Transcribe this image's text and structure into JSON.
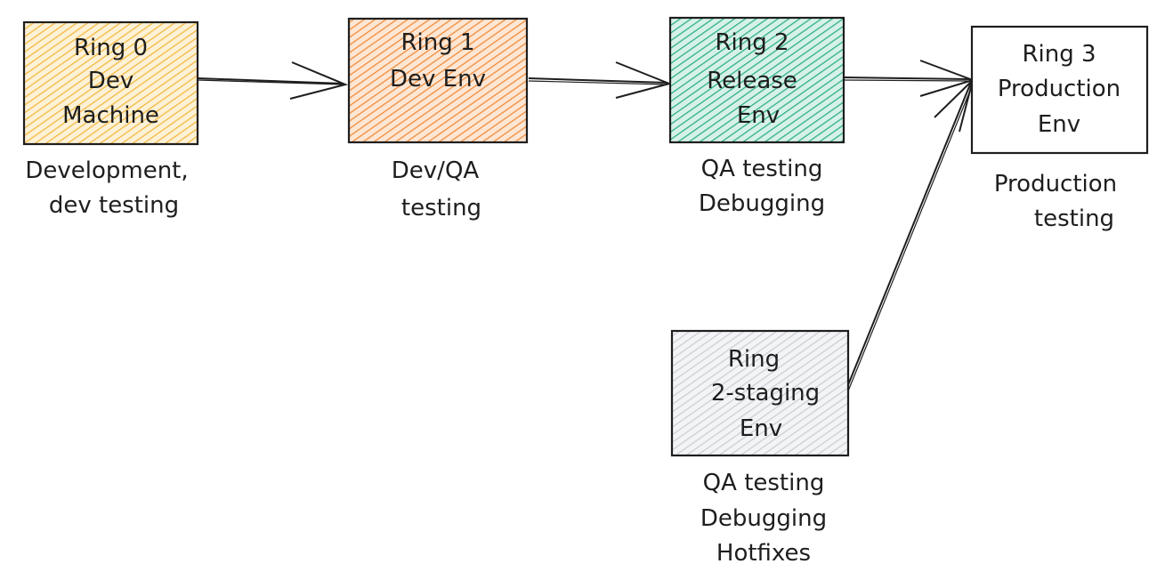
{
  "colors": {
    "ring0": "#f4b942",
    "ring1": "#f08c3c",
    "ring2": "#2fb08a",
    "staging": "#c9ccd1",
    "production": "#ffffff",
    "stroke": "#1e1e1e"
  },
  "nodes": {
    "ring0": {
      "lines": [
        "Ring 0",
        "Dev",
        "Machine"
      ],
      "caption": [
        "Development,",
        "dev testing"
      ]
    },
    "ring1": {
      "lines": [
        "Ring 1",
        "Dev Env"
      ],
      "caption": [
        "Dev/QA",
        "testing"
      ]
    },
    "ring2": {
      "lines": [
        "Ring 2",
        "Release",
        "Env"
      ],
      "caption": [
        "QA testing",
        "Debugging"
      ]
    },
    "ring3": {
      "lines": [
        "Ring 3",
        "Production",
        "Env"
      ],
      "caption": [
        "Production",
        "testing"
      ]
    },
    "staging": {
      "lines": [
        "Ring",
        "2-staging",
        "Env"
      ],
      "caption": [
        "QA testing",
        "Debugging",
        "Hotfixes"
      ]
    }
  },
  "edges": [
    {
      "from": "ring0",
      "to": "ring1"
    },
    {
      "from": "ring1",
      "to": "ring2"
    },
    {
      "from": "ring2",
      "to": "ring3"
    },
    {
      "from": "staging",
      "to": "ring3"
    }
  ]
}
